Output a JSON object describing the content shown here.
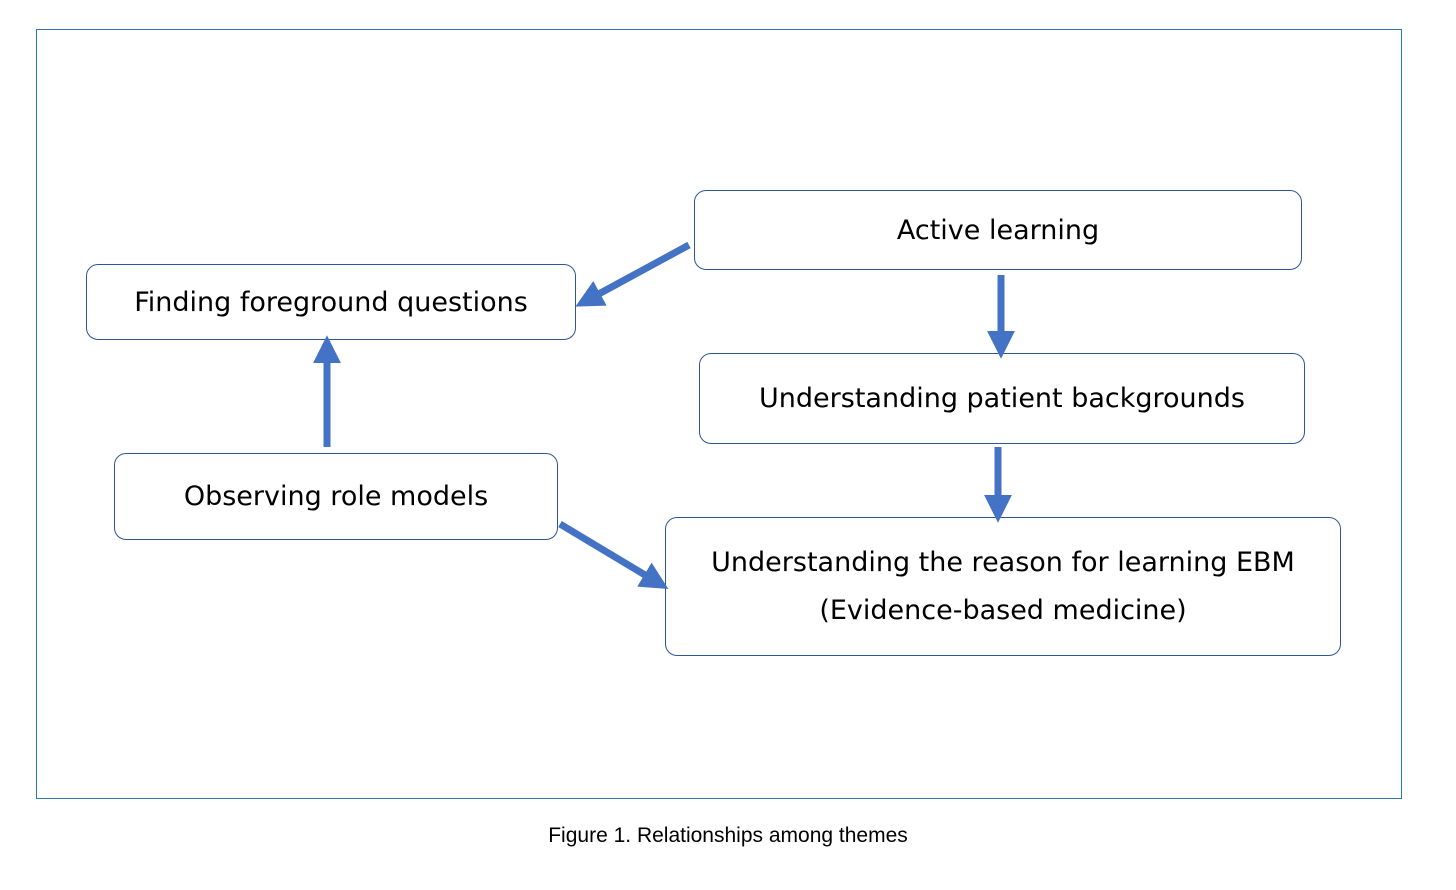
{
  "diagram": {
    "nodes": {
      "active_learning": "Active learning",
      "finding_foreground_questions": "Finding foreground questions",
      "understanding_patient_backgrounds": "Understanding patient backgrounds",
      "observing_role_models": "Observing role models",
      "understanding_reason_line1": "Understanding the reason for learning EBM",
      "understanding_reason_line2": "(Evidence-based medicine)"
    },
    "edges": [
      {
        "from": "Active learning",
        "to": "Finding foreground questions"
      },
      {
        "from": "Active learning",
        "to": "Understanding patient backgrounds"
      },
      {
        "from": "Understanding patient backgrounds",
        "to": "Understanding the reason for learning EBM (Evidence-based medicine)"
      },
      {
        "from": "Observing role models",
        "to": "Finding foreground questions"
      },
      {
        "from": "Observing role models",
        "to": "Understanding the reason for learning EBM (Evidence-based medicine)"
      }
    ],
    "colors": {
      "frame_border": "#2e75b6",
      "node_border": "#2f5597",
      "arrow": "#4472c4"
    }
  },
  "caption": "Figure 1. Relationships among themes"
}
